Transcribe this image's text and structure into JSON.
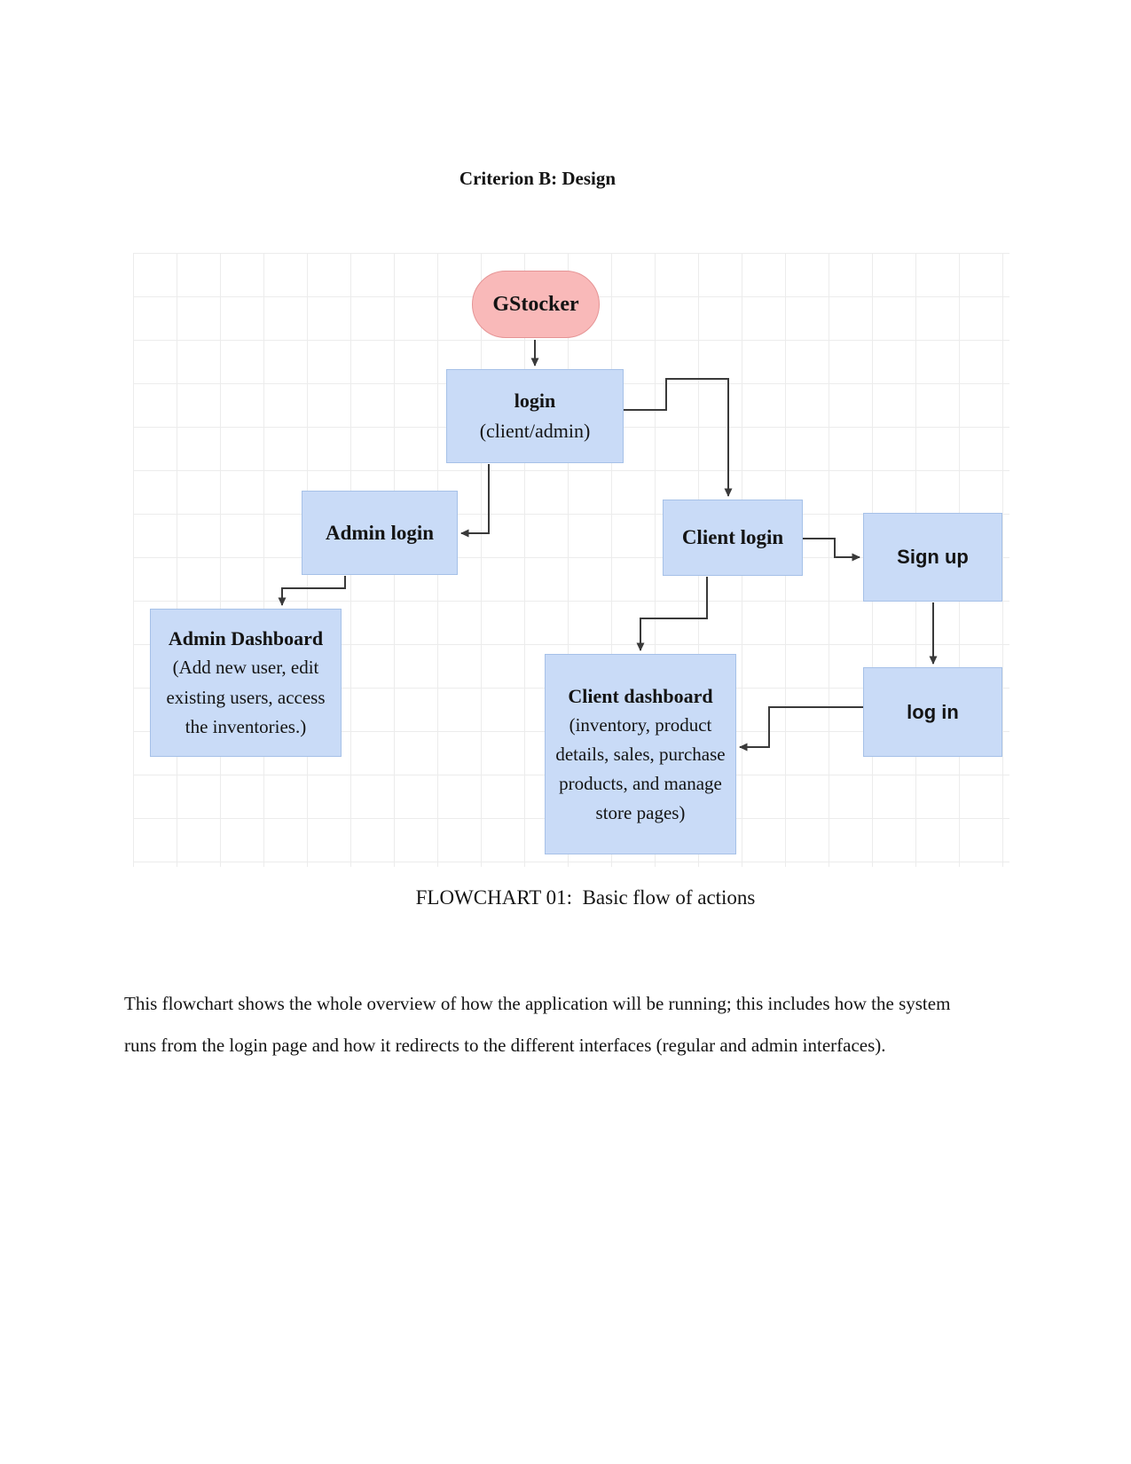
{
  "document": {
    "title": "Criterion B: Design",
    "figure_caption": "FLOWCHART 01:  Basic flow of actions",
    "paragraph": "This flowchart shows the whole overview of how the application will be running; this includes how the system runs from the login page and how it redirects to the different interfaces (regular and admin interfaces)."
  },
  "flowchart": {
    "type": "flowchart",
    "nodes": {
      "gstocker": {
        "label": "GStocker",
        "shape": "stadium",
        "color": "pink"
      },
      "login": {
        "title": "login",
        "subtitle": "(client/admin)",
        "shape": "rect",
        "color": "blue"
      },
      "admin_login": {
        "label": "Admin login",
        "shape": "rect",
        "color": "blue"
      },
      "client_login": {
        "label": "Client login",
        "shape": "rect",
        "color": "blue"
      },
      "sign_up": {
        "label": "Sign up",
        "shape": "rect",
        "color": "blue"
      },
      "log_in": {
        "label": "log in",
        "shape": "rect",
        "color": "blue"
      },
      "admin_dashboard": {
        "title": "Admin Dashboard",
        "subtitle": "(Add new user, edit existing users, access the inventories.)",
        "shape": "rect",
        "color": "blue"
      },
      "client_dashboard": {
        "title": "Client dashboard",
        "subtitle": "(inventory, product details, sales, purchase products, and manage store pages)",
        "shape": "rect",
        "color": "blue"
      }
    },
    "edges": [
      {
        "from": "gstocker",
        "to": "login"
      },
      {
        "from": "login",
        "to": "client_login"
      },
      {
        "from": "login",
        "to": "admin_login"
      },
      {
        "from": "admin_login",
        "to": "admin_dashboard"
      },
      {
        "from": "client_login",
        "to": "client_dashboard"
      },
      {
        "from": "client_login",
        "to": "sign_up"
      },
      {
        "from": "sign_up",
        "to": "log_in"
      },
      {
        "from": "log_in",
        "to": "client_dashboard"
      }
    ]
  },
  "colors": {
    "node_fill_blue": "#c9dbf7",
    "node_border_blue": "#a6c1e8",
    "node_fill_pink": "#f9b9b9",
    "node_border_pink": "#e59495",
    "arrow": "#3a3a3a",
    "grid_line": "#ececec",
    "text": "#141414"
  }
}
